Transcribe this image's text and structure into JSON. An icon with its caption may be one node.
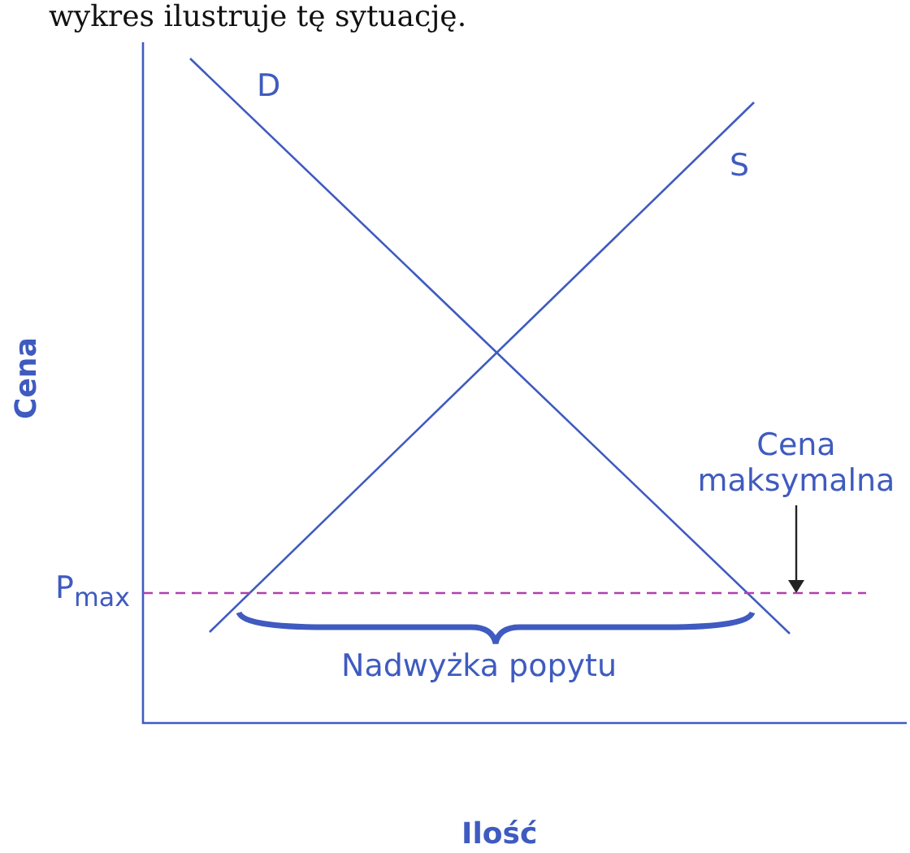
{
  "diagram": {
    "nodes": [
      {
        "text": [
          "Cena maksymalna"
        ]
      },
      {
        "text": [],
        "shape": "line"
      }
    ],
    "edges": [
      {
        "from": 0,
        "to": 1,
        "arrow": "to"
      }
    ],
    "labels": [
      "wykres ilustruje tę sytuację.",
      "D",
      "S",
      "Cena",
      "P$_{max}$",
      "Nadwyżka popytu",
      "Ilość"
    ]
  }
}
